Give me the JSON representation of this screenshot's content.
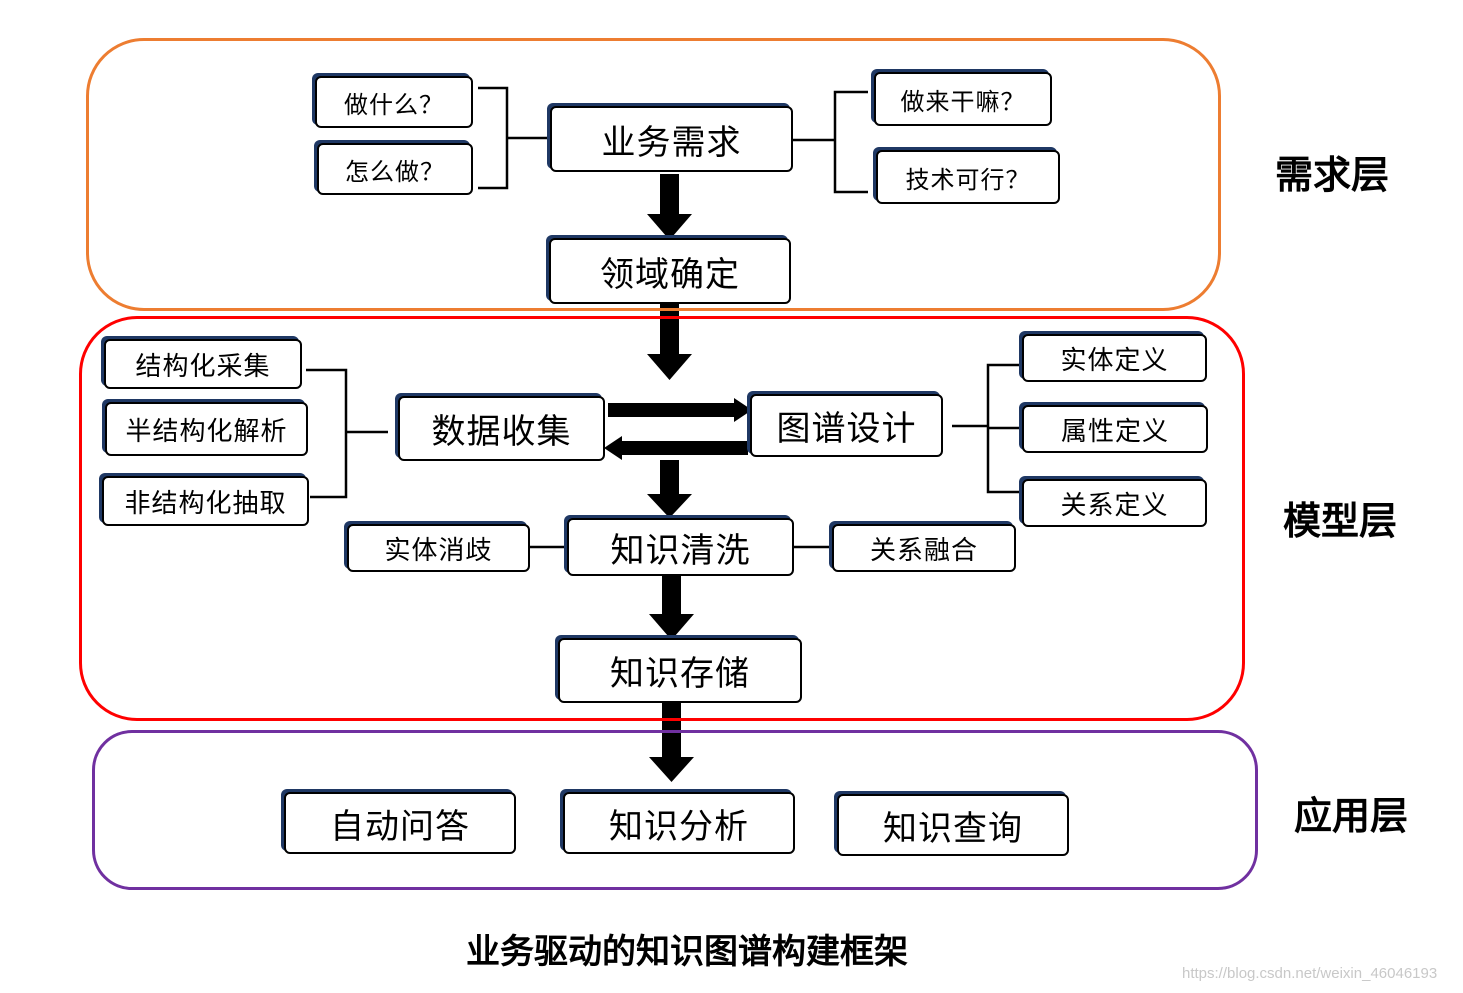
{
  "layers": {
    "requirement": {
      "label": "需求层",
      "color": "#ed7d31"
    },
    "model": {
      "label": "模型层",
      "color": "#ff0000"
    },
    "application": {
      "label": "应用层",
      "color": "#7030a0"
    }
  },
  "requirement": {
    "what": "做什么？",
    "how": "怎么做？",
    "business_need": "业务需求",
    "why": "做来干嘛？",
    "feasible": "技术可行？",
    "domain": "领域确定"
  },
  "model": {
    "structured": "结构化采集",
    "semi_structured": "半结构化解析",
    "unstructured": "非结构化抽取",
    "data_collection": "数据收集",
    "graph_design": "图谱设计",
    "entity_def": "实体定义",
    "attribute_def": "属性定义",
    "relation_def": "关系定义",
    "entity_disambiguation": "实体消歧",
    "knowledge_cleaning": "知识清洗",
    "relation_fusion": "关系融合",
    "knowledge_storage": "知识存储"
  },
  "application": {
    "qa": "自动问答",
    "analysis": "知识分析",
    "query": "知识查询"
  },
  "caption": "业务驱动的知识图谱构建框架",
  "watermark": "https://blog.csdn.net/weixin_46046193"
}
